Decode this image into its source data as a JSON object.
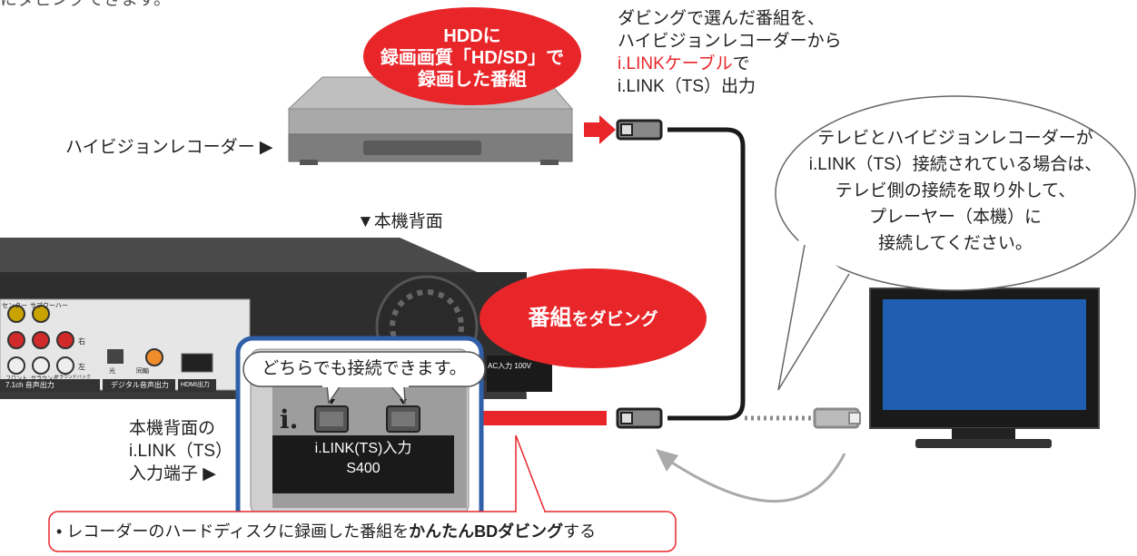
{
  "intro_fragment": "にダビングできます。",
  "source_bubble": {
    "line1": "HDDに",
    "line2": "録画画質「HD/SD」で",
    "line3": "録画した番組"
  },
  "recorder_label": "ハイビジョンレコーダー ▶",
  "cable_note": {
    "line1": "ダビングで選んだ番組を、",
    "line2": "ハイビジョンレコーダーから",
    "line3_red": "i.LINKケーブル",
    "line3_rest": "で",
    "line4": "i.LINK（TS）出力"
  },
  "speech": {
    "line1": "テレビとハイビジョンレコーダーが",
    "line2": "i.LINK（TS）接続されている場合は、",
    "line3": "テレビ側の接続を取り外して、",
    "line4": "プレーヤー（本機）に",
    "line5": "接続してください。"
  },
  "rear_label": "▼本機背面",
  "dubbing_bubble": {
    "bold": "番組",
    "rest": "をダビング"
  },
  "callout": "どちらでも接続できます。",
  "panel": {
    "label_line1": "i.LINK(TS)入力",
    "label_line2": "S400",
    "logo": "i."
  },
  "rear_terminal": {
    "line1": "本機背面の",
    "line2": "i.LINK（TS）",
    "line3": "入力端子 ▶"
  },
  "bottom_note": {
    "bullet": "•",
    "prefix": "レコーダーのハードディスクに録画した番組を",
    "bold": "かんたんBDダビング",
    "suffix": "する"
  },
  "device_labels": {
    "center": "センター",
    "subwoofer": "サブウーハー",
    "front": "フロント",
    "surround": "サラウンド",
    "surround_back": "サラウンドバック",
    "right": "右",
    "left": "左",
    "optical": "光",
    "coaxial": "同軸",
    "analog_out": "7.1ch 音声出力",
    "digital_out": "デジタル音声出力",
    "hdmi_out": "HDMI出力",
    "ac_in": "AC入力 100V"
  },
  "colors": {
    "accent_red": "#e8262a",
    "panel_border": "#2f5fa8",
    "cable": "#1a1a1a",
    "tv_screen": "#1f5eb0"
  }
}
